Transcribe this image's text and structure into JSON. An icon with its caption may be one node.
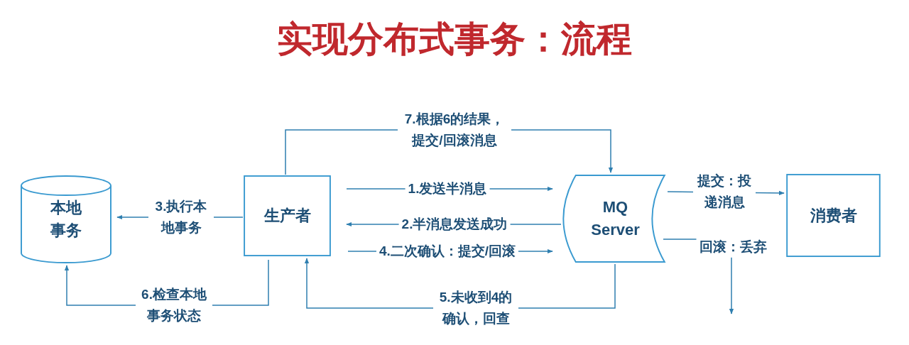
{
  "diagram": {
    "title": "实现分布式事务：流程",
    "nodes": [
      {
        "text": [
          "本地事务"
        ]
      },
      {
        "text": [
          "生产者"
        ]
      },
      {
        "text": [
          "MQ Server"
        ]
      },
      {
        "text": [
          "消费者"
        ]
      }
    ],
    "edges": [
      {
        "from": 1,
        "to": 2,
        "arrow": "to",
        "label": "1.发送半消息"
      },
      {
        "from": 2,
        "to": 1,
        "arrow": "to",
        "label": "2.半消息发送成功"
      },
      {
        "from": 1,
        "to": 0,
        "arrow": "to",
        "label": "3.执行本地事务"
      },
      {
        "from": 1,
        "to": 2,
        "arrow": "to",
        "label": "4.二次确认：提交/回滚"
      },
      {
        "from": 2,
        "to": 1,
        "arrow": "to",
        "label": "5.未收到4的确认，回查"
      },
      {
        "from": 1,
        "to": 0,
        "arrow": "to",
        "label": "6.检查本地事务状态"
      },
      {
        "from": 1,
        "to": 2,
        "arrow": "to",
        "label": "7.根据6的结果，提交/回滚消息"
      },
      {
        "from": 2,
        "to": 3,
        "arrow": "to",
        "label": "提交：投递消息"
      },
      {
        "from": 2,
        "to": null,
        "arrow": "to",
        "label": "回滚：丢弃"
      }
    ]
  }
}
